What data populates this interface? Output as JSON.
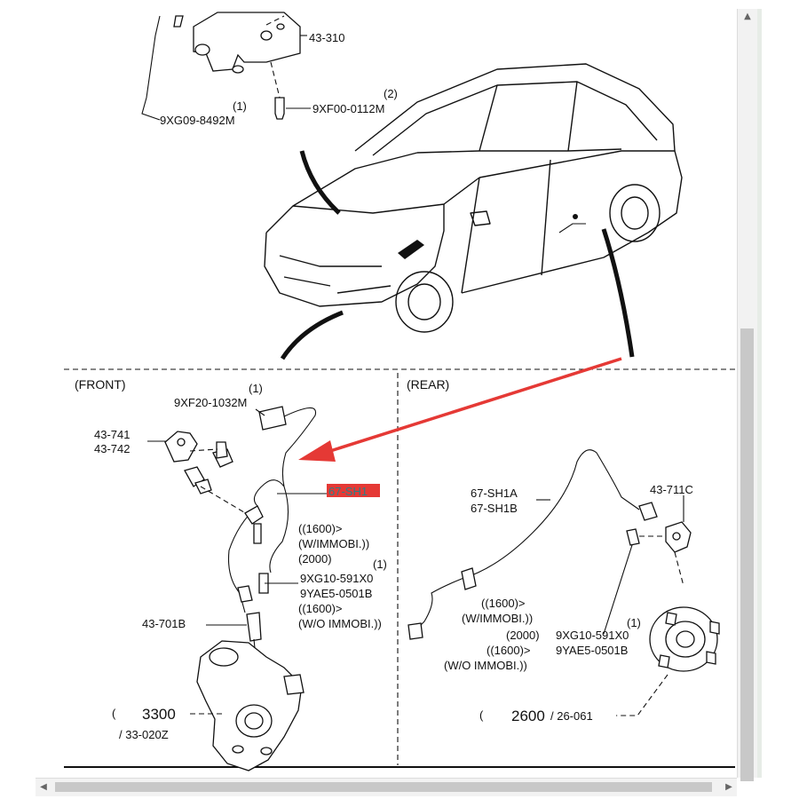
{
  "header": {
    "top_text": ""
  },
  "top_parts": {
    "bracket_no": "43-310",
    "bolt_qty": "(2)",
    "bolt_no": "9XF00-0112M",
    "screw_qty": "(1)",
    "screw_no": "9XG09-8492M"
  },
  "front": {
    "title": "(FRONT)",
    "bolt_qty": "(1)",
    "bolt_no": "9XF20-1032M",
    "clamp_no_a": "43-741",
    "clamp_no_b": "43-742",
    "sensor_no": "67-SH1",
    "note_1": "((1600)>",
    "note_2": "(W/IMMOBI.))",
    "note_3": "(2000)",
    "screw_qty": "(1)",
    "screw_no_a": "9XG10-591X0",
    "screw_no_b": "9YAE5-0501B",
    "note_4": "((1600)>",
    "note_5": "(W/O IMMOBI.))",
    "rotor_no": "43-701B",
    "knuckle_no": "3300",
    "knuckle_sub": "/ 33-020Z",
    "ref_glyph": "("
  },
  "rear": {
    "title": "(REAR)",
    "harness_no_a": "67-SH1A",
    "harness_no_b": "67-SH1B",
    "sensor_no": "43-711C",
    "note_1": "((1600)>",
    "note_2": "(W/IMMOBI.))",
    "note_3": "(2000)",
    "note_4": "((1600)>",
    "note_5": "(W/O IMMOBI.))",
    "screw_qty": "(1)",
    "screw_no_a": "9XG10-591X0",
    "screw_no_b": "9YAE5-0501B",
    "hub_no": "2600",
    "hub_sub": "/ 26-061",
    "ref_glyph": "("
  },
  "colors": {
    "highlight_bg": "#e53935",
    "highlight_text": "#2d7f86",
    "pointer_arrow": "#e53935"
  }
}
